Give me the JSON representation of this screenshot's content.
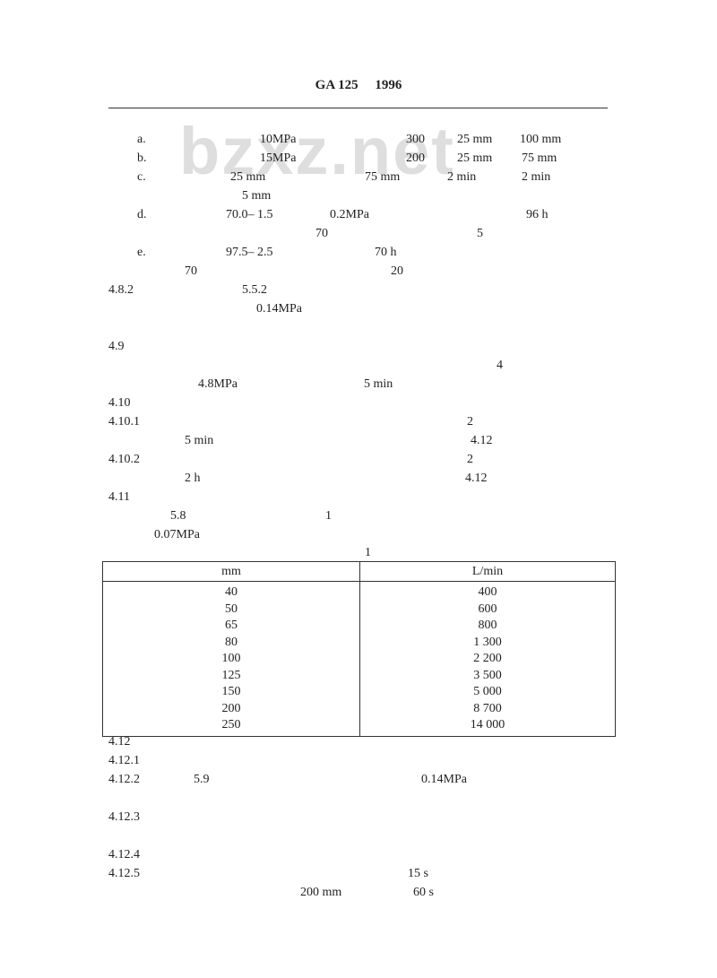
{
  "header": "GA 125　 1996",
  "watermark": "bzxz.net",
  "items": [
    {
      "id": "a-label",
      "text": "a."
    },
    {
      "id": "a-v1",
      "text": "10MPa"
    },
    {
      "id": "a-v2",
      "text": "300"
    },
    {
      "id": "a-v3",
      "text": "25 mm"
    },
    {
      "id": "a-v4",
      "text": "100 mm"
    },
    {
      "id": "b-label",
      "text": "b."
    },
    {
      "id": "b-v1",
      "text": "15MPa"
    },
    {
      "id": "b-v2",
      "text": "200"
    },
    {
      "id": "b-v3",
      "text": "25 mm"
    },
    {
      "id": "b-v4",
      "text": "75 mm"
    },
    {
      "id": "c-label",
      "text": "c."
    },
    {
      "id": "c-v1",
      "text": "25 mm"
    },
    {
      "id": "c-v2",
      "text": "75 mm"
    },
    {
      "id": "c-v3",
      "text": "2 min"
    },
    {
      "id": "c-v4",
      "text": "2 min"
    },
    {
      "id": "c-v5",
      "text": "5 mm"
    },
    {
      "id": "d-label",
      "text": "d."
    },
    {
      "id": "d-v1",
      "text": "70.0–  1.5"
    },
    {
      "id": "d-v2",
      "text": "0.2MPa"
    },
    {
      "id": "d-v3",
      "text": "96 h"
    },
    {
      "id": "d-v4",
      "text": "70"
    },
    {
      "id": "d-v5",
      "text": "5"
    },
    {
      "id": "e-label",
      "text": "e."
    },
    {
      "id": "e-v1",
      "text": "97.5–  2.5"
    },
    {
      "id": "e-v2",
      "text": "70  h"
    },
    {
      "id": "e-v3",
      "text": "70"
    },
    {
      "id": "e-v4",
      "text": "20"
    },
    {
      "id": "s482",
      "text": "4.8.2"
    },
    {
      "id": "s482-v1",
      "text": "5.5.2"
    },
    {
      "id": "s482-v2",
      "text": "0.14MPa"
    },
    {
      "id": "s49",
      "text": "4.9"
    },
    {
      "id": "s49-v1",
      "text": "4"
    },
    {
      "id": "s49-v2",
      "text": "4.8MPa"
    },
    {
      "id": "s49-v3",
      "text": "5 min"
    },
    {
      "id": "s410",
      "text": "4.10"
    },
    {
      "id": "s4101",
      "text": "4.10.1"
    },
    {
      "id": "s4101-v1",
      "text": "2"
    },
    {
      "id": "s4101-v2",
      "text": "5 min"
    },
    {
      "id": "s4101-v3",
      "text": "4.12"
    },
    {
      "id": "s4102",
      "text": "4.10.2"
    },
    {
      "id": "s4102-v1",
      "text": "2"
    },
    {
      "id": "s4102-v2",
      "text": "2 h"
    },
    {
      "id": "s4102-v3",
      "text": "4.12"
    },
    {
      "id": "s411",
      "text": "4.11"
    },
    {
      "id": "s411-v1",
      "text": "5.8"
    },
    {
      "id": "s411-v2",
      "text": "1"
    },
    {
      "id": "s411-v3",
      "text": "0.07MPa"
    },
    {
      "id": "table-no",
      "text": "1"
    },
    {
      "id": "s412",
      "text": "4.12"
    },
    {
      "id": "s4121",
      "text": "4.12.1"
    },
    {
      "id": "s4122",
      "text": "4.12.2"
    },
    {
      "id": "s4122-v1",
      "text": "5.9"
    },
    {
      "id": "s4122-v2",
      "text": "0.14MPa"
    },
    {
      "id": "s4123",
      "text": "4.12.3"
    },
    {
      "id": "s4124",
      "text": "4.12.4"
    },
    {
      "id": "s4125",
      "text": "4.12.5"
    },
    {
      "id": "s4125-v1",
      "text": "15 s"
    },
    {
      "id": "s4125-v2",
      "text": "200 mm"
    },
    {
      "id": "s4125-v3",
      "text": "60 s"
    }
  ],
  "table": {
    "headers": [
      "mm",
      "L/min"
    ],
    "rows": [
      [
        "40",
        "400"
      ],
      [
        "50",
        "600"
      ],
      [
        "65",
        "800"
      ],
      [
        "80",
        "1 300"
      ],
      [
        "100",
        "2 200"
      ],
      [
        "125",
        "3 500"
      ],
      [
        "150",
        "5 000"
      ],
      [
        "200",
        "8 700"
      ],
      [
        "250",
        "14 000"
      ]
    ]
  }
}
